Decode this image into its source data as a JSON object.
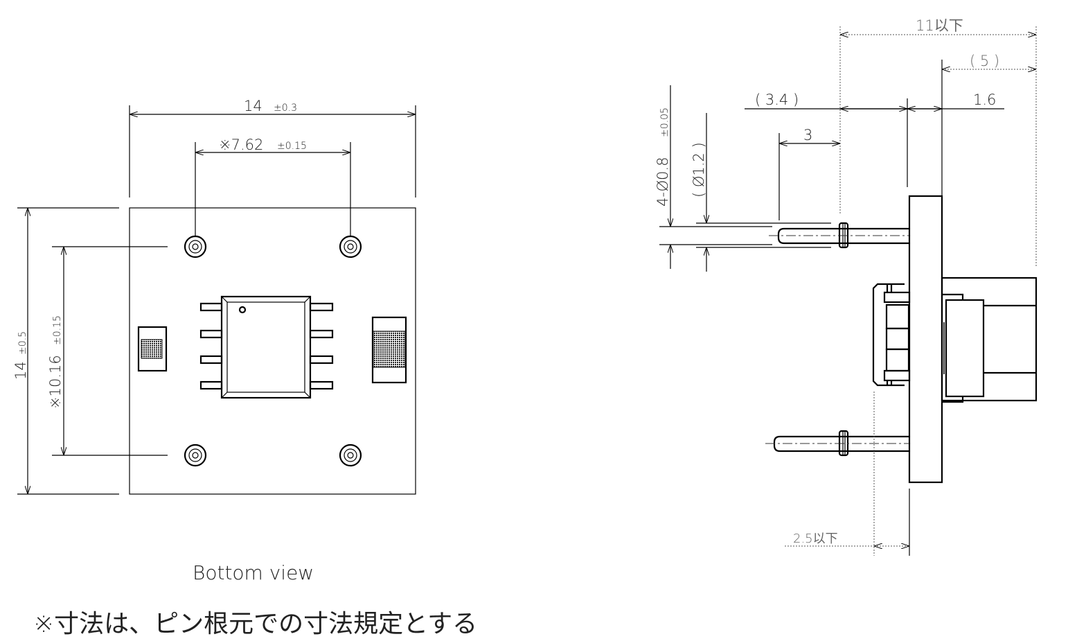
{
  "bottom_view": {
    "width_dim": "14",
    "width_tol": "±0.3",
    "pitch_x_dim": "※7.62",
    "pitch_x_tol": "±0.15",
    "height_dim": "14",
    "height_tol": "±0.5",
    "pitch_y_dim": "※10.16",
    "pitch_y_tol": "±0.15",
    "caption": "Bottom view"
  },
  "side_view": {
    "overall_max": "11以下",
    "body_ref": "( 5 )",
    "pin_ref": "( 3.4 )",
    "flange": "1.6",
    "pin_len": "3",
    "pin_dia": "4-Ø0.8",
    "pin_dia_tol": "±0.05",
    "shoulder_dia": "( Ø1.2 )",
    "standoff_max": "2.5以下"
  },
  "note": "※寸法は、ピン根元での寸法規定とする",
  "colors": {
    "line": "#000000",
    "hatch": "#333333"
  }
}
